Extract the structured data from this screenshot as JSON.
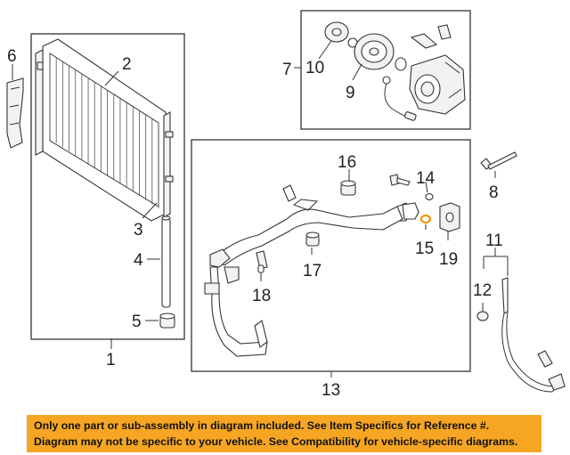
{
  "callouts": {
    "c1": "1",
    "c2": "2",
    "c3": "3",
    "c4": "4",
    "c5": "5",
    "c6": "6",
    "c7": "7",
    "c8": "8",
    "c9": "9",
    "c10": "10",
    "c11": "11",
    "c12": "12",
    "c13": "13",
    "c14": "14",
    "c15": "15",
    "c16": "16",
    "c17": "17",
    "c18": "18",
    "c19": "19"
  },
  "highlight_color": "#f39200",
  "banner": {
    "background": "#f6a623",
    "line1": "Only one part or sub-assembly in diagram included. See Item Specifics for Reference #.",
    "line2": "Diagram may not be specific to your vehicle. See Compatibility for vehicle-specific diagrams."
  }
}
